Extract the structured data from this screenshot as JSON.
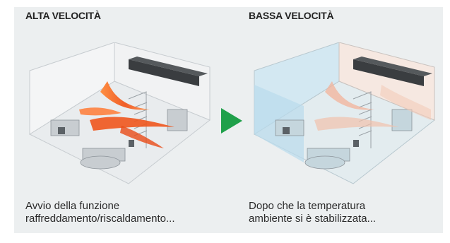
{
  "panels": [
    {
      "heading": "ALTA VELOCITÀ",
      "caption_lines": [
        "Avvio della funzione",
        "raffreddamento/riscaldamento..."
      ],
      "airflow_color": "#f0561d"
    },
    {
      "heading": "BASSA VELOCITÀ",
      "caption_lines": [
        "Dopo che la temperatura",
        "ambiente si è stabilizzata..."
      ],
      "airflow_color": "#f3b39a",
      "cool_color": "#b9dcec"
    }
  ],
  "colors": {
    "background": "#eceff0",
    "arrow": "#1fa04a"
  }
}
